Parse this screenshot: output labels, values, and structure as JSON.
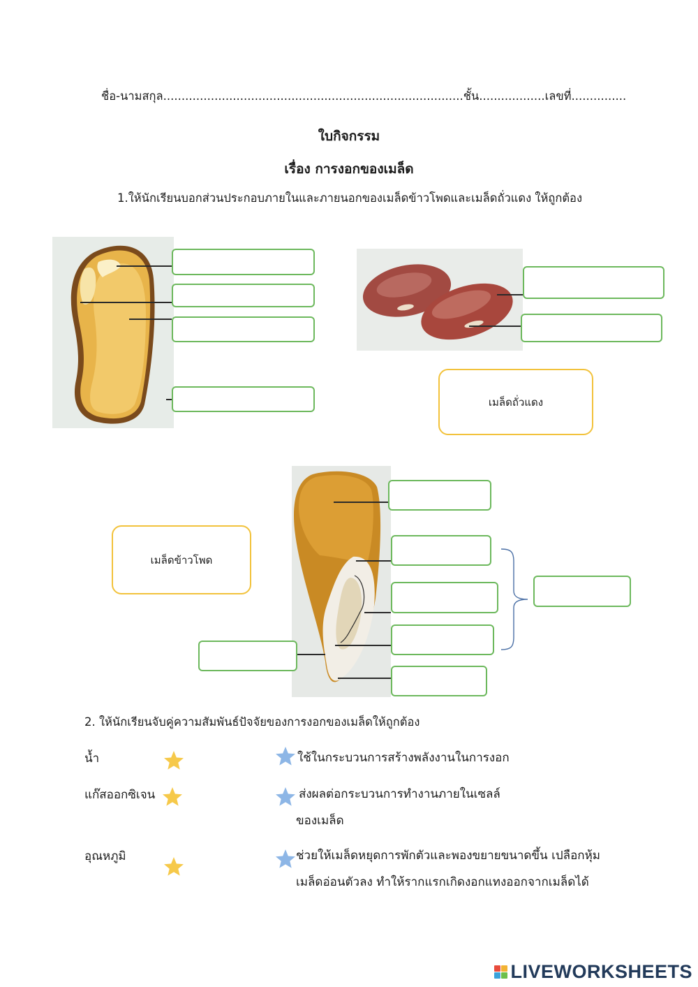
{
  "header": {
    "name_line": "ชื่อ-นามสกุล..................................................................................ชั้น..................เลขที่...............",
    "title": "ใบกิจกรรม",
    "subtitle": "เรื่อง การงอกของเมล็ด"
  },
  "section1": {
    "instruction": "1.ให้นักเรียนบอกส่วนประกอบภายในและภายนอกของเมล็ดข้าวโพดและเมล็ดถั่วแดง ให้ถูกต้อง",
    "bean_label": "เมล็ดถั่วแดง",
    "corn_label": "เมล็ดข้าวโพด"
  },
  "section2": {
    "instruction": "2. ให้นักเรียนจับคู่ความสัมพันธ์ปัจจัยของการงอกของเมล็ดให้ถูกต้อง",
    "factors": [
      "น้ำ",
      "แก๊สออกซิเจน",
      "อุณหภูมิ"
    ],
    "effects": [
      [
        "ใช้ในกระบวนการสร้างพลังงานในการงอก"
      ],
      [
        "ส่งผลต่อกระบวนการทำงานภายในเซลล์",
        "ของเมล็ด"
      ],
      [
        "ช่วยให้เมล็ดหยุดการพักตัวและพองขยายขนาดขึ้น เปลือกหุ้ม",
        "เมล็ดอ่อนตัวลง ทำให้รากแรกเกิดงอกแทงออกจากเมล็ดได้"
      ]
    ]
  },
  "footer": {
    "brand": "LIVEWORKSHEETS"
  },
  "colors": {
    "label_box": "#6cb85c",
    "title_box": "#f2c23b",
    "star_left": "#f6c94a",
    "star_right": "#8db6e6"
  }
}
